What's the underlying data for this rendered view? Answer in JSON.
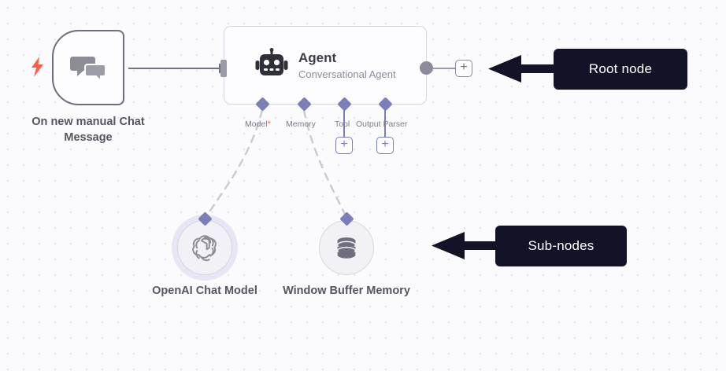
{
  "canvas": {
    "background_color": "#fbfbfd",
    "dot_color": "#e3e3ec"
  },
  "trigger_node": {
    "label": "On new manual Chat Message",
    "icon": "chat-bubbles-icon",
    "badge_icon": "lightning-bolt-icon",
    "badge_color": "#ff5d4a",
    "border_color": "#6b6f7e"
  },
  "agent_node": {
    "title": "Agent",
    "subtitle": "Conversational Agent",
    "icon": "robot-icon",
    "border_color": "#d4d4e0",
    "output_plus_label": "+",
    "sub_ports": [
      {
        "label": "Model",
        "required": true,
        "required_mark": "*",
        "has_plus": false
      },
      {
        "label": "Memory",
        "required": false,
        "required_mark": "",
        "has_plus": false
      },
      {
        "label": "Tool",
        "required": false,
        "required_mark": "",
        "has_plus": true,
        "plus_label": "+"
      },
      {
        "label": "Output Parser",
        "required": false,
        "required_mark": "",
        "has_plus": true,
        "plus_label": "+"
      }
    ]
  },
  "sub_nodes": [
    {
      "label": "OpenAI Chat Model",
      "icon": "openai-logo-icon",
      "selected": true
    },
    {
      "label": "Window Buffer Memory",
      "icon": "database-icon",
      "selected": false
    }
  ],
  "callouts": [
    {
      "text": "Root node",
      "color": "#131328",
      "arrow_direction": "left"
    },
    {
      "text": "Sub-nodes",
      "color": "#131328",
      "arrow_direction": "left"
    }
  ]
}
